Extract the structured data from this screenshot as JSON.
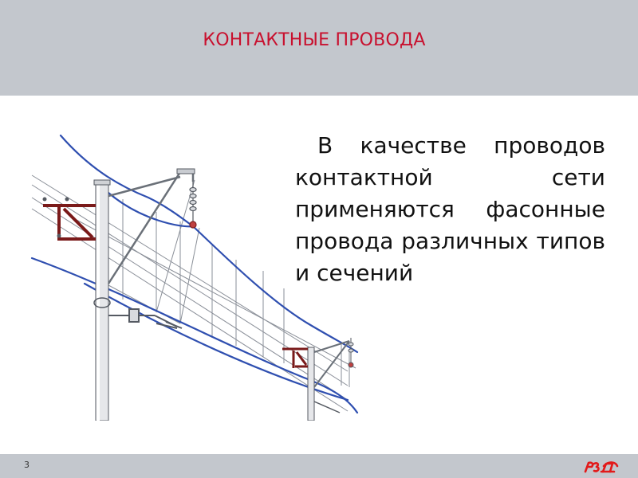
{
  "slide": {
    "title": "КОНТАКТНЫЕ ПРОВОДА",
    "body_text": "В качестве проводов контактной сети применяются фасонные провода различных типов и сечений",
    "page_number": "3"
  },
  "footer": {
    "logo_icon": "rzd-logo-icon"
  },
  "colors": {
    "title": "#c8102e",
    "header_bar": "#c3c7cd",
    "footer_bar": "#c3c7cd",
    "wire_blue": "#2f4fb0",
    "logo_red": "#e21a1a"
  },
  "illustration": {
    "icon": "overhead-contact-line-illustration-icon"
  }
}
